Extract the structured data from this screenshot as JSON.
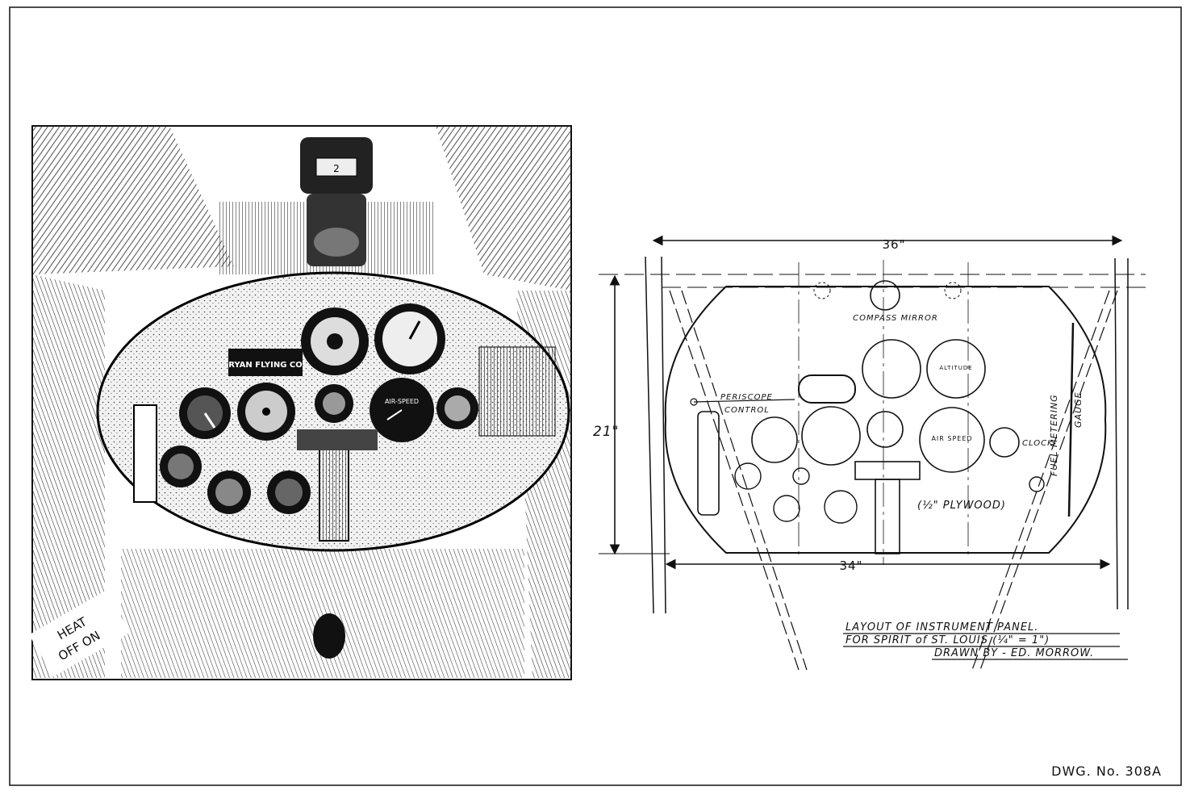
{
  "left_view": {
    "plate_text": "RYAN FLYING CO",
    "airspeed_text": "AIR-SPEED",
    "heat_label": "HEAT",
    "heat_states": "OFF ON"
  },
  "right_view": {
    "width_top": "36\"",
    "width_bottom": "34\"",
    "height": "21\"",
    "compass_mirror": "COMPASS MIRROR",
    "periscope": "PERISCOPE",
    "control": "CONTROL",
    "clock": "CLOCK",
    "plywood": "(½\" PLYWOOD)",
    "fuel_gauge_1": "FUEL METERING",
    "fuel_gauge_2": "GAUGE",
    "airspeed": "AIR SPEED",
    "altitude": "ALTITUDE"
  },
  "title_block": {
    "line1": "LAYOUT  OF  INSTRUMENT PANEL.",
    "line2": "FOR SPIRIT of ST. LOUIS (¼\" = 1\")",
    "line3": "DRAWN BY - ED. MORROW."
  },
  "drawing_number": "DWG. No. 308A"
}
